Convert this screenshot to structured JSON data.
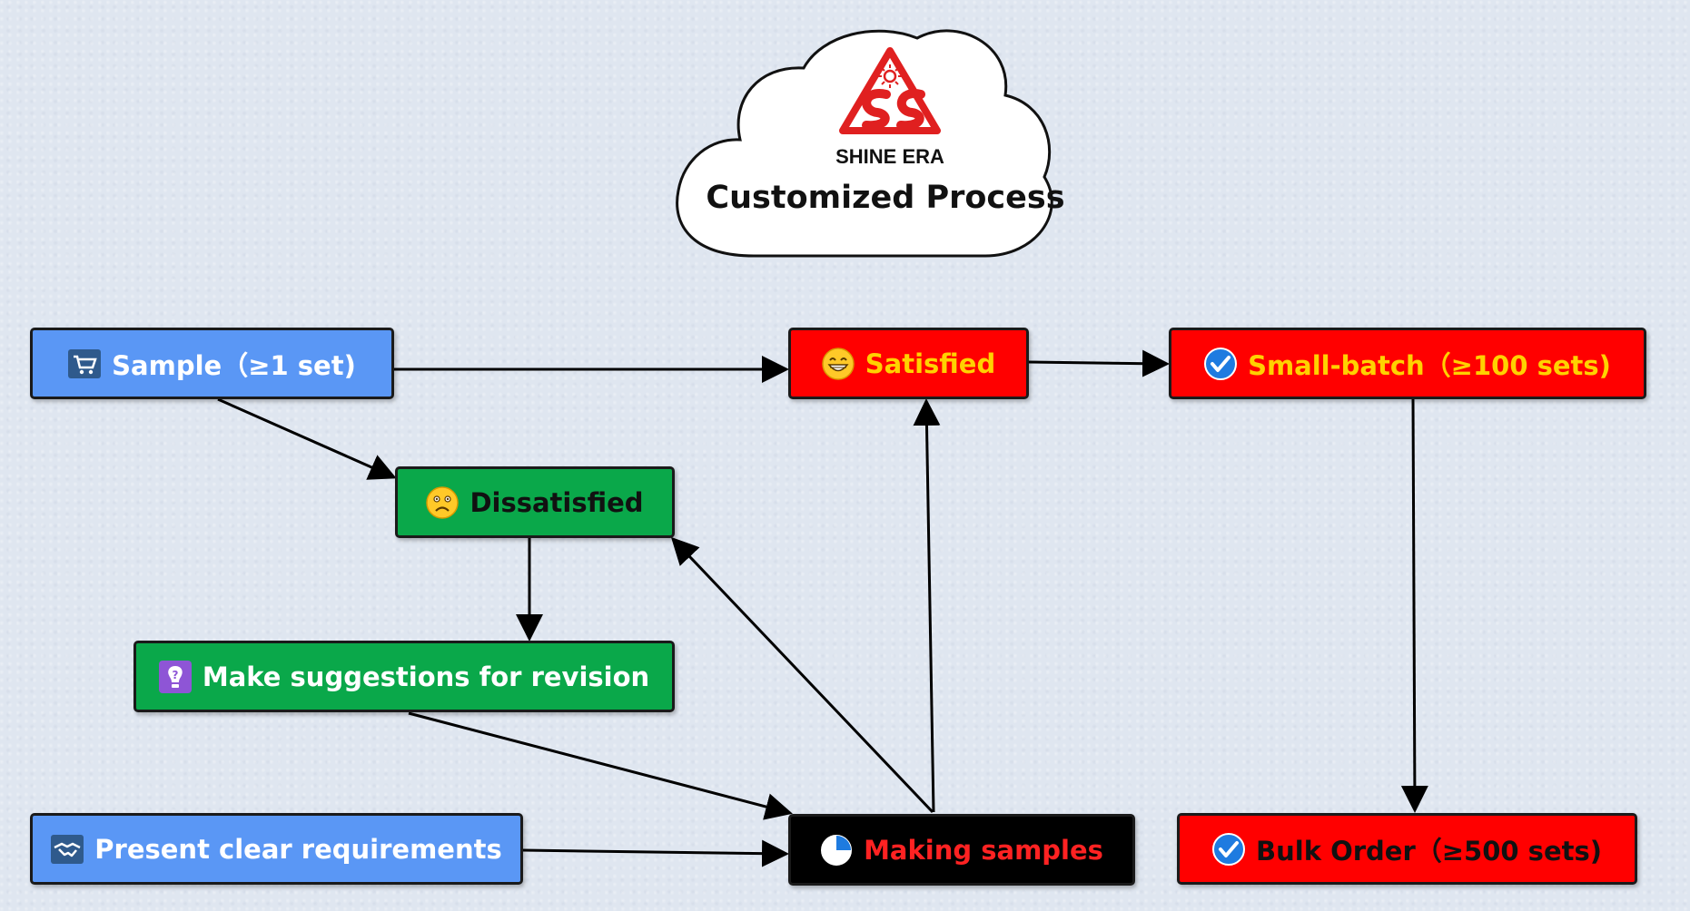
{
  "header": {
    "brand": "SHINE ERA",
    "title": "Customized Process"
  },
  "nodes": {
    "sample": {
      "label": "Sample（≥1 set)",
      "icon": "cart-icon"
    },
    "satisfied": {
      "label": "Satisfied",
      "icon": "grin-emoji-icon"
    },
    "small_batch": {
      "label": "Small-batch（≥100 sets)",
      "icon": "check-badge-icon"
    },
    "dissatisfied": {
      "label": "Dissatisfied",
      "icon": "frown-emoji-icon"
    },
    "suggestions": {
      "label": "Make suggestions for revision",
      "icon": "lightbulb-question-icon"
    },
    "requirements": {
      "label": "Present clear requirements",
      "icon": "handshake-icon"
    },
    "making": {
      "label": "Making samples",
      "icon": "pie-clock-icon"
    },
    "bulk": {
      "label": "Bulk Order（≥500 sets)",
      "icon": "check-badge-icon"
    }
  },
  "colors": {
    "blue_node": "#5a97f5",
    "green_node": "#0aa84a",
    "red_node": "#ff0000",
    "black_node": "#000000",
    "yellow_text": "#ffd200",
    "red_text": "#ff2222",
    "logo_red": "#e02020"
  }
}
